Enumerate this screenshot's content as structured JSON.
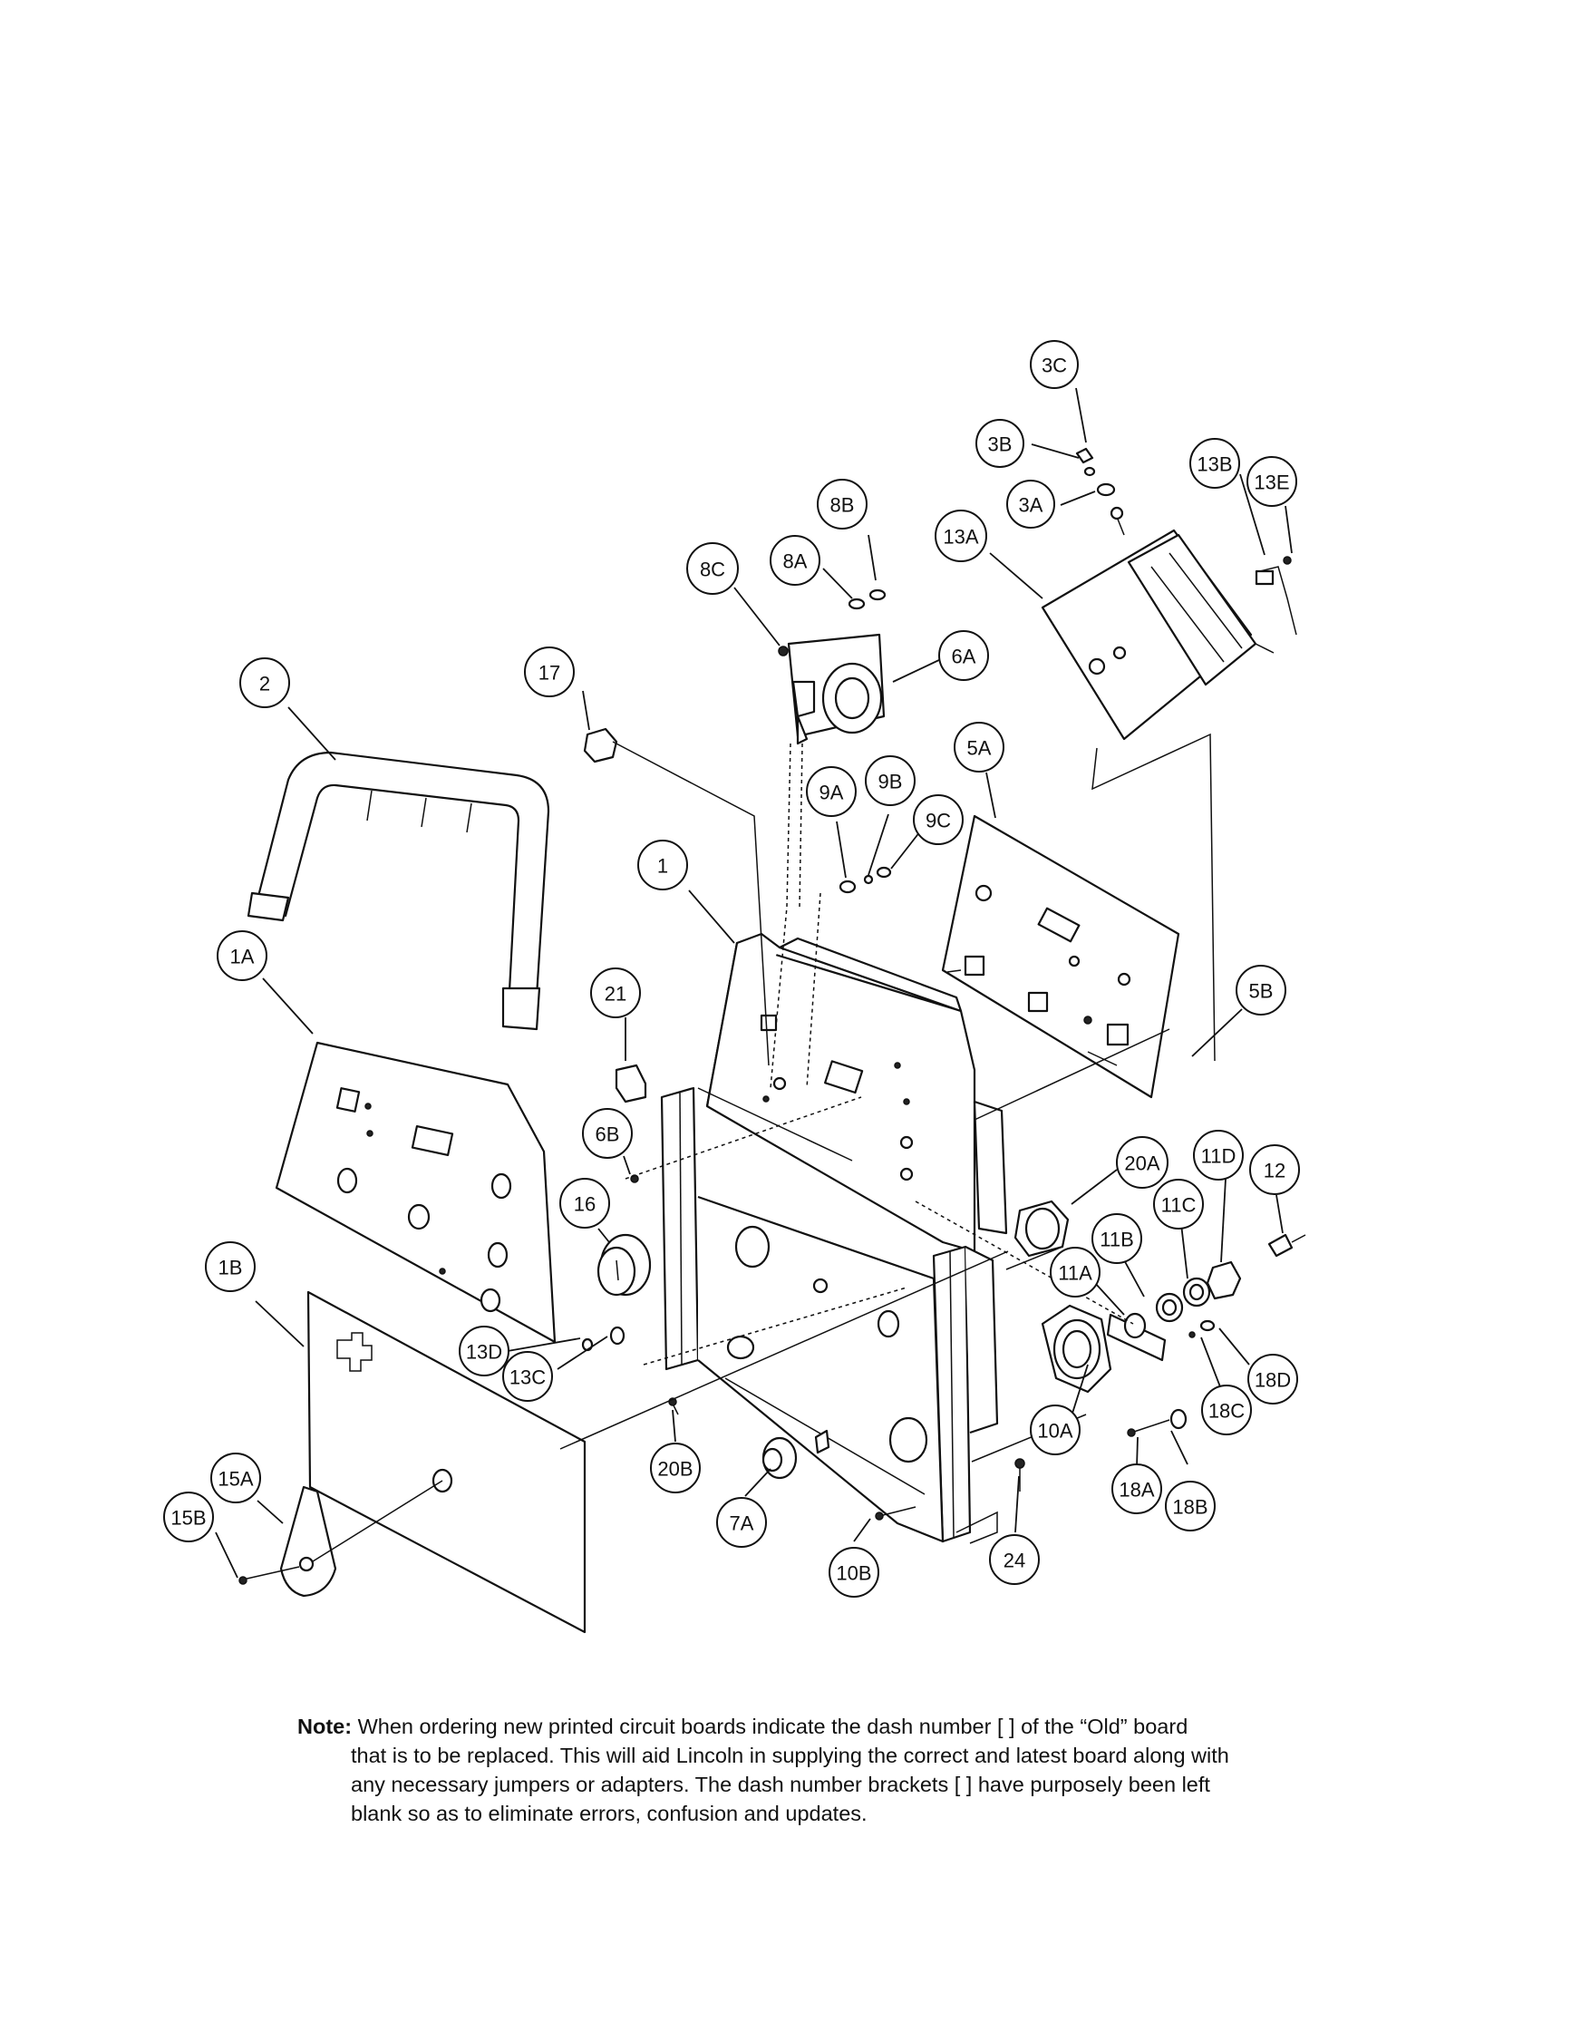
{
  "callouts": [
    "3C",
    "3B",
    "3A",
    "13B",
    "13E",
    "13A",
    "8B",
    "8A",
    "8C",
    "6A",
    "17",
    "2",
    "5A",
    "9A",
    "9B",
    "9C",
    "1",
    "1A",
    "21",
    "5B",
    "6B",
    "16",
    "20A",
    "11D",
    "12",
    "11C",
    "11B",
    "11A",
    "1B",
    "13D",
    "13C",
    "18D",
    "18C",
    "10A",
    "20B",
    "7A",
    "18A",
    "18B",
    "24",
    "10B",
    "15A",
    "15B"
  ],
  "note": {
    "label": "Note:",
    "lines": [
      "When ordering new printed circuit boards indicate the dash number [ ] of the “Old” board",
      "that is to be replaced. This will aid Lincoln in supplying the correct and latest board along with",
      "any necessary jumpers or adapters. The dash number brackets [ ] have purposely been left",
      "blank so as to eliminate errors, confusion and updates."
    ]
  }
}
